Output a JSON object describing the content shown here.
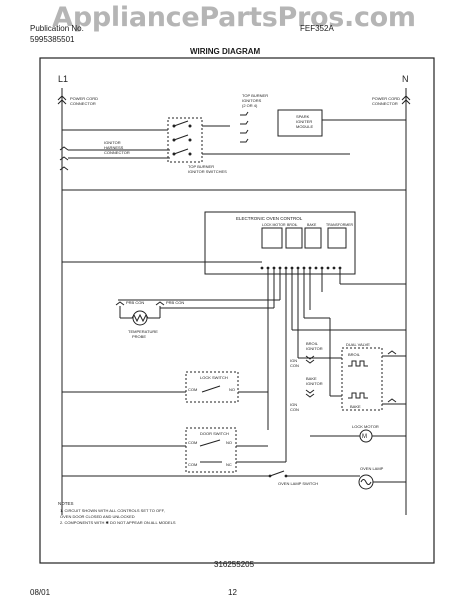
{
  "watermark": "AppliancePartsPros.com",
  "header": {
    "left_line1": "Publication No.",
    "left_line2": "5995385501",
    "right_line1": "FEF352A",
    "title": "WIRING DIAGRAM"
  },
  "rails": {
    "left": "L1",
    "right": "N"
  },
  "labels": {
    "power_cord_left": [
      "POWER CORD",
      "CONNECTOR"
    ],
    "power_cord_right": [
      "POWER CORD",
      "CONNECTOR"
    ],
    "ignitor_harness": [
      "IGNITOR",
      "HARNESS",
      "CONNECTOR"
    ],
    "top_burner_switches": [
      "TOP BURNER",
      "IGNITOR SWITCHES"
    ],
    "top_burner_ignitors": [
      "TOP BURNER",
      "IGNITORS",
      "(2 OR 4)"
    ],
    "spark_module": [
      "SPARK",
      "IGNITER",
      "MODULE"
    ],
    "eoc": "ELECTRONIC OVEN CONTROL",
    "relays": [
      "LOCK MOTOR",
      "BROIL",
      "BAKE",
      "TRANSFORMER"
    ],
    "temp_probe": [
      "TEMPERATURE",
      "PROBE"
    ],
    "probe_con_left": "PRB CON",
    "probe_con_right": "PRB CON",
    "lock_switch": "LOCK SWITCH",
    "com": "COM",
    "no": "NO",
    "nc": "NC",
    "door_switch": "DOOR SWITCH",
    "broil_ignitor": [
      "BROIL",
      "IGNITOR"
    ],
    "bake_ignitor": [
      "BAKE",
      "IGNITOR"
    ],
    "dual_valve": "DUAL VALVE",
    "broil": "BROIL",
    "bake": "BAKE",
    "ign_con": [
      "IGN",
      "CON"
    ],
    "lock_motor": "LOCK MOTOR",
    "oven_lamp_switch": "OVEN LAMP SWITCH",
    "oven_lamp": "OVEN LAMP"
  },
  "notes": {
    "heading": "NOTES",
    "lines": [
      "1.  CIRCUIT SHOWN WITH ALL CONTROLS SET TO OFF,",
      "     OVEN DOOR CLOSED AND UNLOCKED",
      "2.  COMPONENTS WITH ✱ DO NOT APPEAR ON ALL MODELS"
    ]
  },
  "footer": {
    "part_number": "316255205",
    "date": "08/01",
    "page": "12"
  }
}
